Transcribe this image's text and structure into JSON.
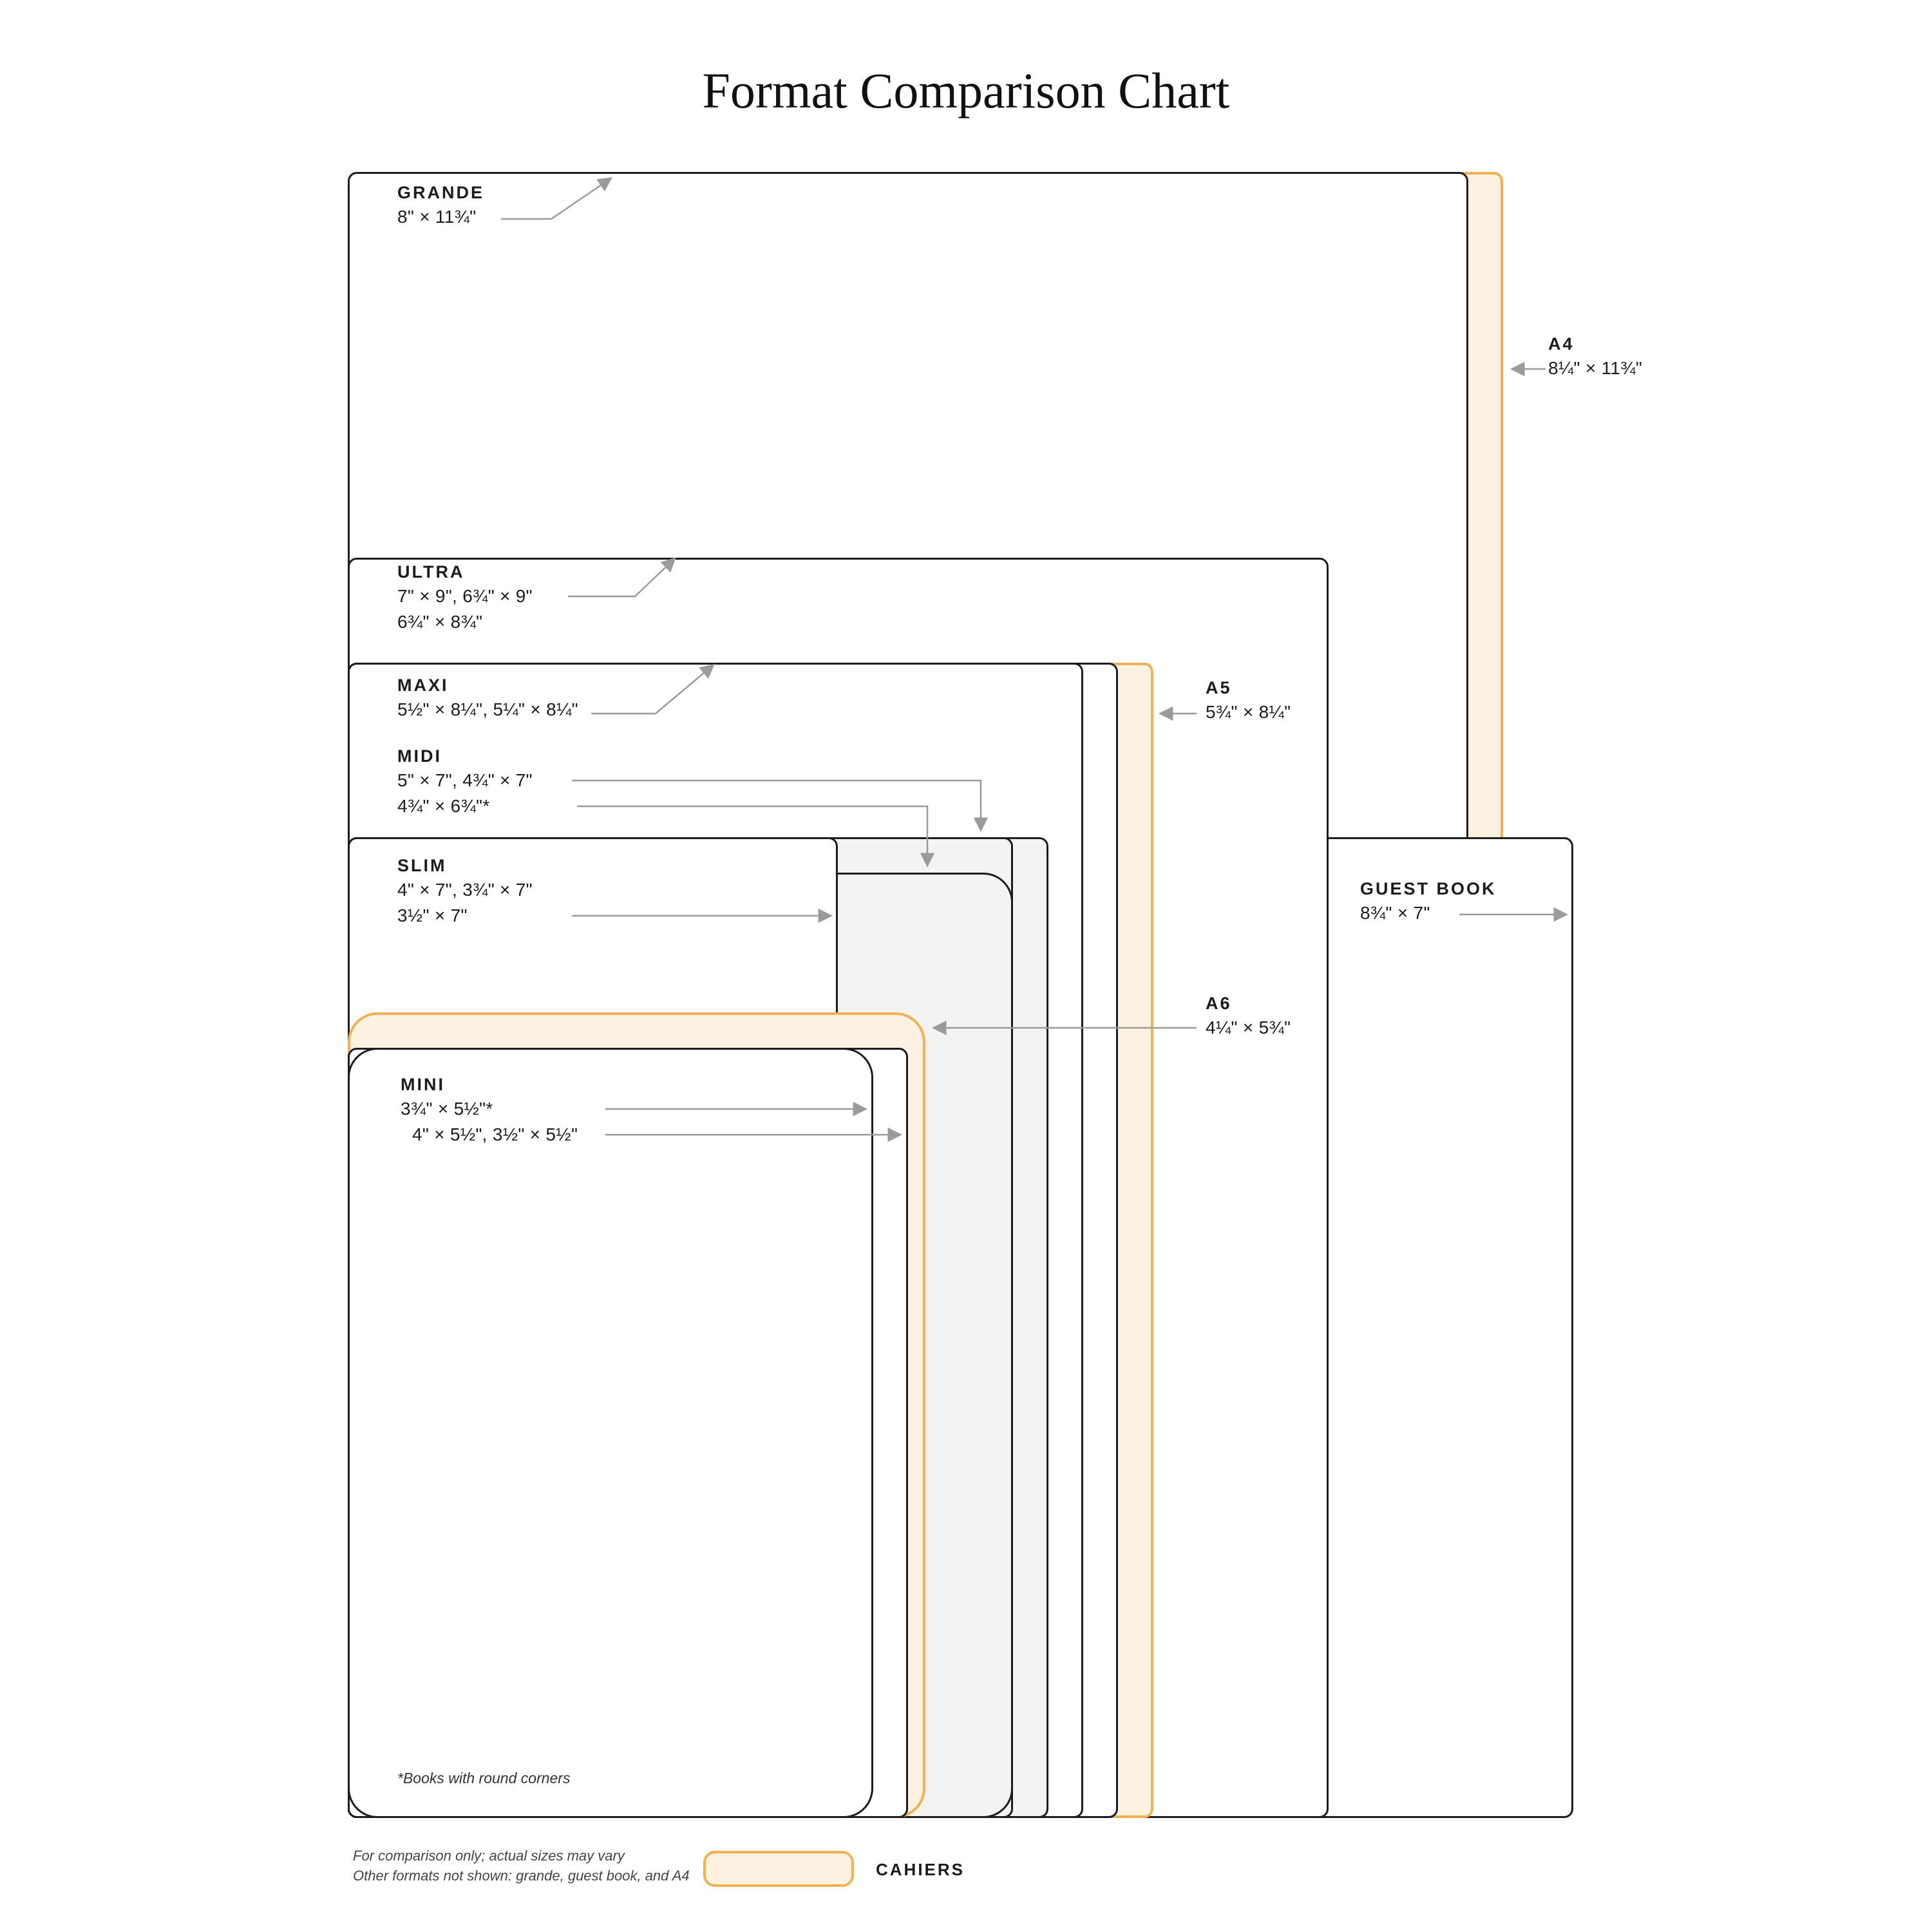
{
  "title": "Format Comparison Chart",
  "colors": {
    "outline": "#1C1C1C",
    "accent_border": "#F1B153",
    "accent_fill": "#FDF2E1",
    "gray_fill": "#F3F3F3",
    "arrow": "#9B9B9B"
  },
  "formats": {
    "grande": {
      "name": "GRANDE",
      "sizes": [
        "8\" × 11¾\""
      ]
    },
    "a4": {
      "name": "A4",
      "sizes": [
        "8¼\" × 11¾\""
      ]
    },
    "ultra": {
      "name": "ULTRA",
      "sizes": [
        "7\" × 9\", 6¾\" × 9\"",
        "6¾\" × 8¾\""
      ]
    },
    "maxi": {
      "name": "MAXI",
      "sizes": [
        "5½\" × 8¼\", 5¼\" × 8¼\""
      ]
    },
    "a5": {
      "name": "A5",
      "sizes": [
        "5¾\" × 8¼\""
      ]
    },
    "midi": {
      "name": "MIDI",
      "sizes": [
        "5\" × 7\", 4¾\" × 7\"",
        "4¾\" × 6¾\"*"
      ]
    },
    "slim": {
      "name": "SLIM",
      "sizes": [
        "4\" × 7\", 3¾\" × 7\"",
        "3½\" × 7\""
      ]
    },
    "a6": {
      "name": "A6",
      "sizes": [
        "4¼\" × 5¾\""
      ]
    },
    "guest_book": {
      "name": "GUEST BOOK",
      "sizes": [
        "8¾\" × 7\""
      ]
    },
    "mini": {
      "name": "MINI",
      "sizes": [
        "3¾\" × 5½\"*",
        "4\" × 5½\", 3½\" × 5½\""
      ]
    }
  },
  "footnote": "*Books with round corners",
  "footer": {
    "line1": "For comparison only; actual sizes may vary",
    "line2": "Other formats not shown: grande, guest book, and A4"
  },
  "legend": {
    "label": "CAHIERS"
  }
}
